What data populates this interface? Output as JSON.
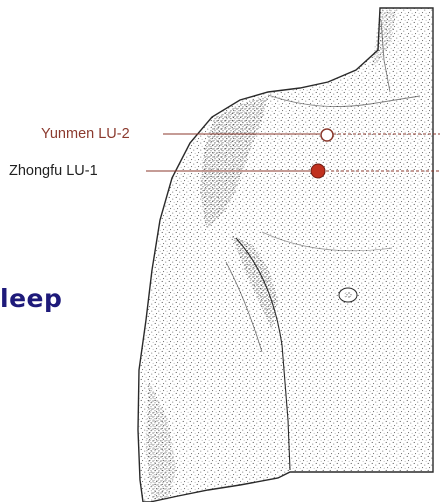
{
  "points": [
    {
      "name": "Yunmen LU-2",
      "style": "hollow",
      "color": "#8b3a2e"
    },
    {
      "name": "Zhongfu LU-1",
      "style": "filled",
      "color": "#c0301e"
    }
  ],
  "side_text": "leep",
  "colors": {
    "leader_line": "#8b3a2e",
    "side_text": "#1e1a7a",
    "ink": "#2a2a2a"
  }
}
